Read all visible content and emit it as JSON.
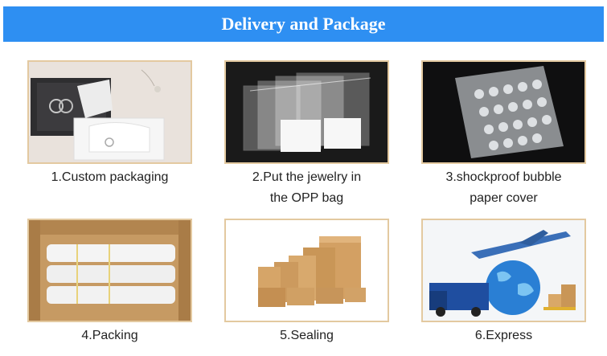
{
  "header": {
    "title": "Delivery and Package"
  },
  "steps": [
    {
      "lines": [
        "1.Custom packaging"
      ]
    },
    {
      "lines": [
        "2.Put the jewelry in",
        "the OPP bag"
      ]
    },
    {
      "lines": [
        "3.shockproof bubble",
        "paper cover"
      ]
    },
    {
      "lines": [
        "4.Packing"
      ]
    },
    {
      "lines": [
        "5.Sealing"
      ]
    },
    {
      "lines": [
        "6.Express"
      ]
    }
  ],
  "colors": {
    "banner": "#2e8ff2",
    "frame_border": "#e3c9a0",
    "caption_text": "#222222"
  }
}
